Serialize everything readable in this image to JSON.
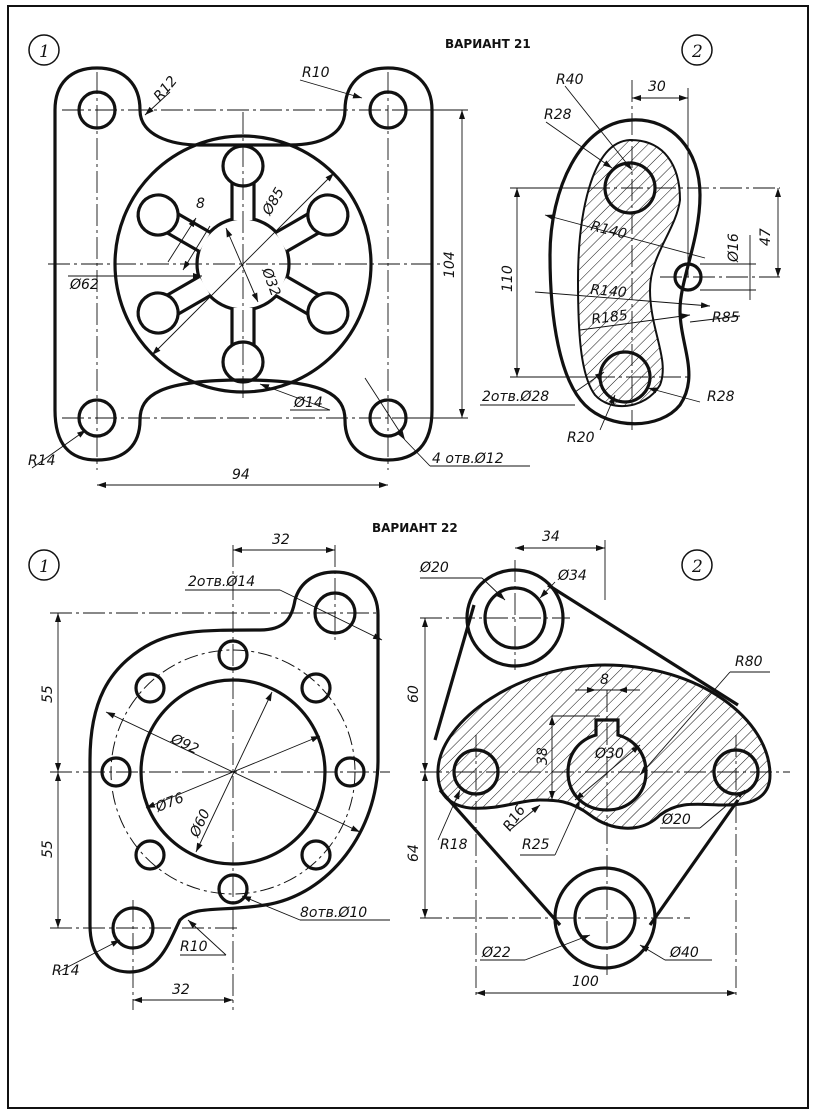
{
  "variants": [
    {
      "title": "ВАРИАНТ 21",
      "drawings": [
        {
          "number": "1",
          "labels": {
            "r12": "R12",
            "r10": "R10",
            "d8": "8",
            "d85": "Ø85",
            "d62": "Ø62",
            "d32": "Ø32",
            "d104": "104",
            "d14": "Ø14",
            "r14": "R14",
            "holes": "4 отв.Ø12",
            "d94": "94"
          }
        },
        {
          "number": "2",
          "labels": {
            "r40": "R40",
            "d30": "30",
            "r28a": "R28",
            "r140a": "R140",
            "d16": "Ø16",
            "d47": "47",
            "d110": "110",
            "r140b": "R140",
            "r185": "R185",
            "r85": "R85",
            "holes": "2отв.Ø28",
            "r28b": "R28",
            "r20": "R20"
          }
        }
      ]
    },
    {
      "title": "ВАРИАНТ 22",
      "drawings": [
        {
          "number": "1",
          "labels": {
            "d32a": "32",
            "holes14": "2отв.Ø14",
            "d55a": "55",
            "d92": "Ø92",
            "d76": "Ø76",
            "d60": "Ø60",
            "d55b": "55",
            "holes10": "8отв.Ø10",
            "r10": "R10",
            "r14": "R14",
            "d32b": "32"
          }
        },
        {
          "number": "2",
          "labels": {
            "d20a": "Ø20",
            "d34a": "34",
            "d34b": "Ø34",
            "r80": "R80",
            "d8": "8",
            "d60": "60",
            "d38": "38",
            "d30": "Ø30",
            "r16": "R16",
            "r18": "R18",
            "r25": "R25",
            "d20b": "Ø20",
            "d64": "64",
            "d22": "Ø22",
            "d40": "Ø40",
            "d100": "100"
          }
        }
      ]
    }
  ]
}
